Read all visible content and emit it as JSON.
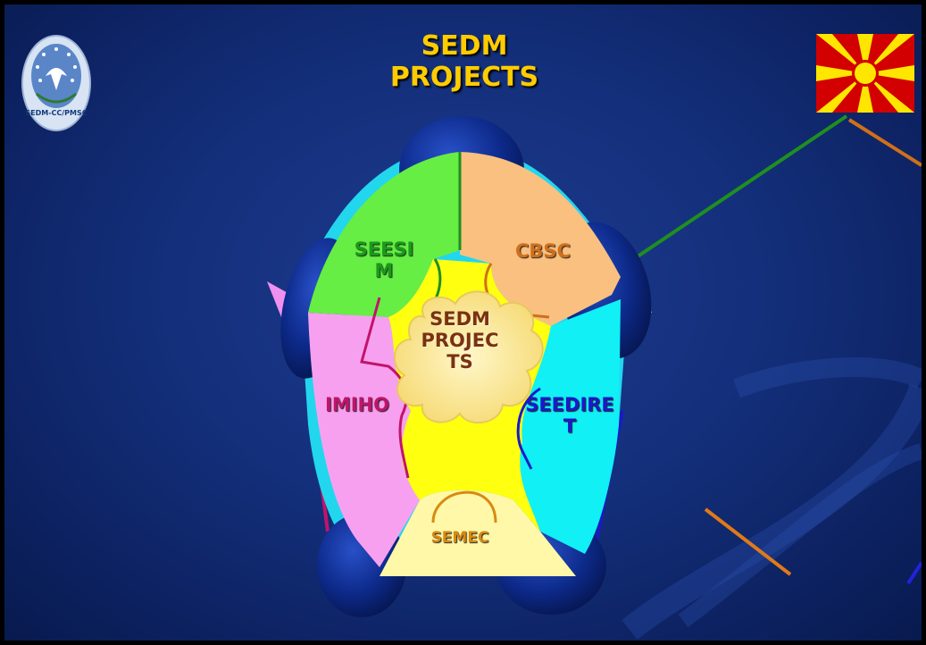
{
  "title": "SEDM\nPROJECTS",
  "center_label": "SEDM\nPROJEC\nTS",
  "segments": [
    {
      "id": "seesim",
      "label": "SEESI\nM",
      "color": "#22aa22"
    },
    {
      "id": "cbsc",
      "label": "CBSC",
      "color": "#d0701a"
    },
    {
      "id": "imiho",
      "label": "IMIHO",
      "color": "#c0146a"
    },
    {
      "id": "seedire",
      "label": "SEEDIRE\nT",
      "color": "#1a1ac8"
    },
    {
      "id": "semec",
      "label": "SEMEC",
      "color": "#d88a10"
    }
  ],
  "logos": {
    "left": "sedm-cc-emblem",
    "right": "macedonia-flag"
  },
  "logo_text": "SEDM-CC/PMSC"
}
